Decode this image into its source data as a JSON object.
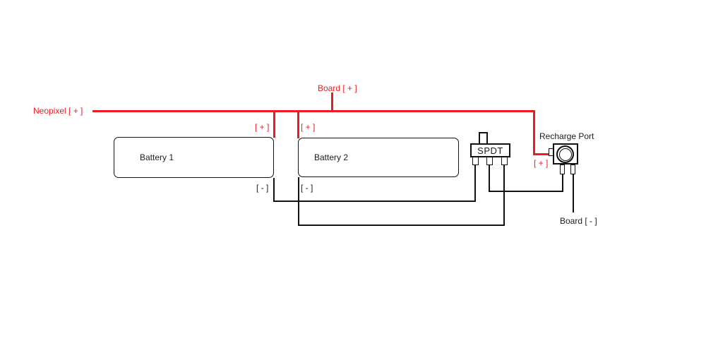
{
  "colors": {
    "positive_wire": "#ed1c24",
    "negative_wire": "#111111",
    "text": "#1c1c1c",
    "background": "#ffffff"
  },
  "labels": {
    "neopixel_positive": "Neopixel [ + ]",
    "board_positive": "Board [ + ]",
    "battery1_positive": "[ + ]",
    "battery2_positive": "[ + ]",
    "battery1_negative": "[ - ]",
    "battery2_negative": "[ - ]",
    "recharge_positive": "[ + ]",
    "board_negative": "Board [ - ]"
  },
  "components": {
    "battery1": {
      "label": "Battery 1"
    },
    "battery2": {
      "label": "Battery 2"
    },
    "spdt_switch": {
      "label": "SPDT"
    },
    "recharge_port": {
      "label": "Recharge Port"
    }
  }
}
